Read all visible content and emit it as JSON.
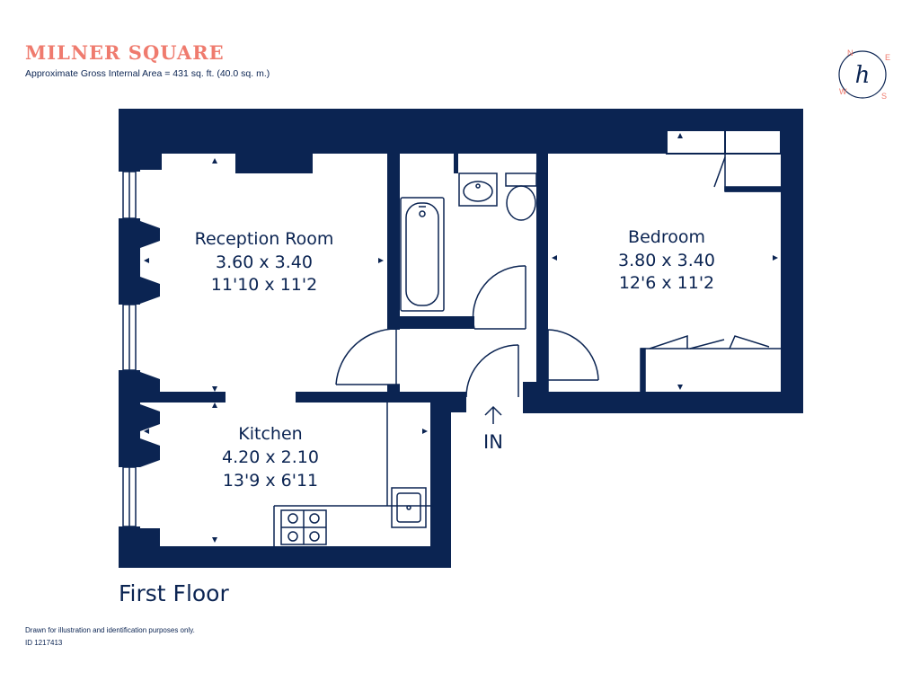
{
  "header": {
    "title": "MILNER SQUARE",
    "area": "Approximate Gross Internal Area  = 431 sq. ft. (40.0 sq. m.)"
  },
  "rooms": {
    "reception": {
      "name": "Reception Room",
      "metric": "3.60 x 3.40",
      "imperial": "11'10 x 11'2"
    },
    "bedroom": {
      "name": "Bedroom",
      "metric": "3.80 x 3.40",
      "imperial": "12'6 x 11'2"
    },
    "kitchen": {
      "name": "Kitchen",
      "metric": "4.20 x 2.10",
      "imperial": "13'9 x 6'11"
    }
  },
  "entrance": {
    "label": "IN"
  },
  "floor_label": "First Floor",
  "footer": {
    "disclaimer": "Drawn for illustration and identification purposes only.",
    "reference": "ID 1217413"
  },
  "compass": {
    "n": "N",
    "e": "E",
    "s": "S",
    "w": "W",
    "logo": "h"
  },
  "colors": {
    "wall": "#0b2452",
    "accent": "#ef7b6e"
  }
}
